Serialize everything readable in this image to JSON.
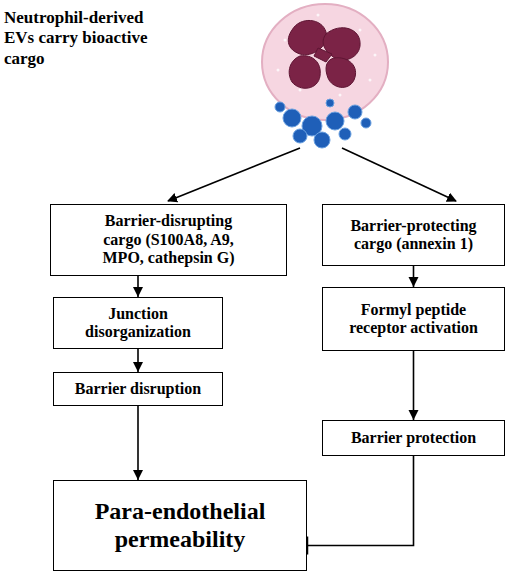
{
  "diagram": {
    "nodes": [
      {
        "text": [
          "Barrier-disrupting cargo (S100A8, A9, MPO, cathepsin G)"
        ]
      },
      {
        "text": [
          "Barrier-protecting cargo (annexin 1)"
        ]
      },
      {
        "text": [
          "Junction disorganization"
        ]
      },
      {
        "text": [
          "Formyl peptide receptor activation"
        ]
      },
      {
        "text": [
          "Barrier disruption"
        ]
      },
      {
        "text": [
          "Barrier protection"
        ]
      },
      {
        "text": [
          "Para-endothelial permeability"
        ]
      }
    ],
    "edges": [
      {
        "from": 0,
        "to": 2,
        "arrow": "to"
      },
      {
        "from": 1,
        "to": 3,
        "arrow": "to"
      },
      {
        "from": 2,
        "to": 4,
        "arrow": "to"
      },
      {
        "from": 3,
        "to": 5,
        "arrow": "to"
      },
      {
        "from": 4,
        "to": 6,
        "arrow": "to"
      },
      {
        "from": 5,
        "to": 6,
        "arrow": "to"
      }
    ],
    "labels": [
      "Neutrophil-derived EVs carry bioactive cargo"
    ]
  }
}
